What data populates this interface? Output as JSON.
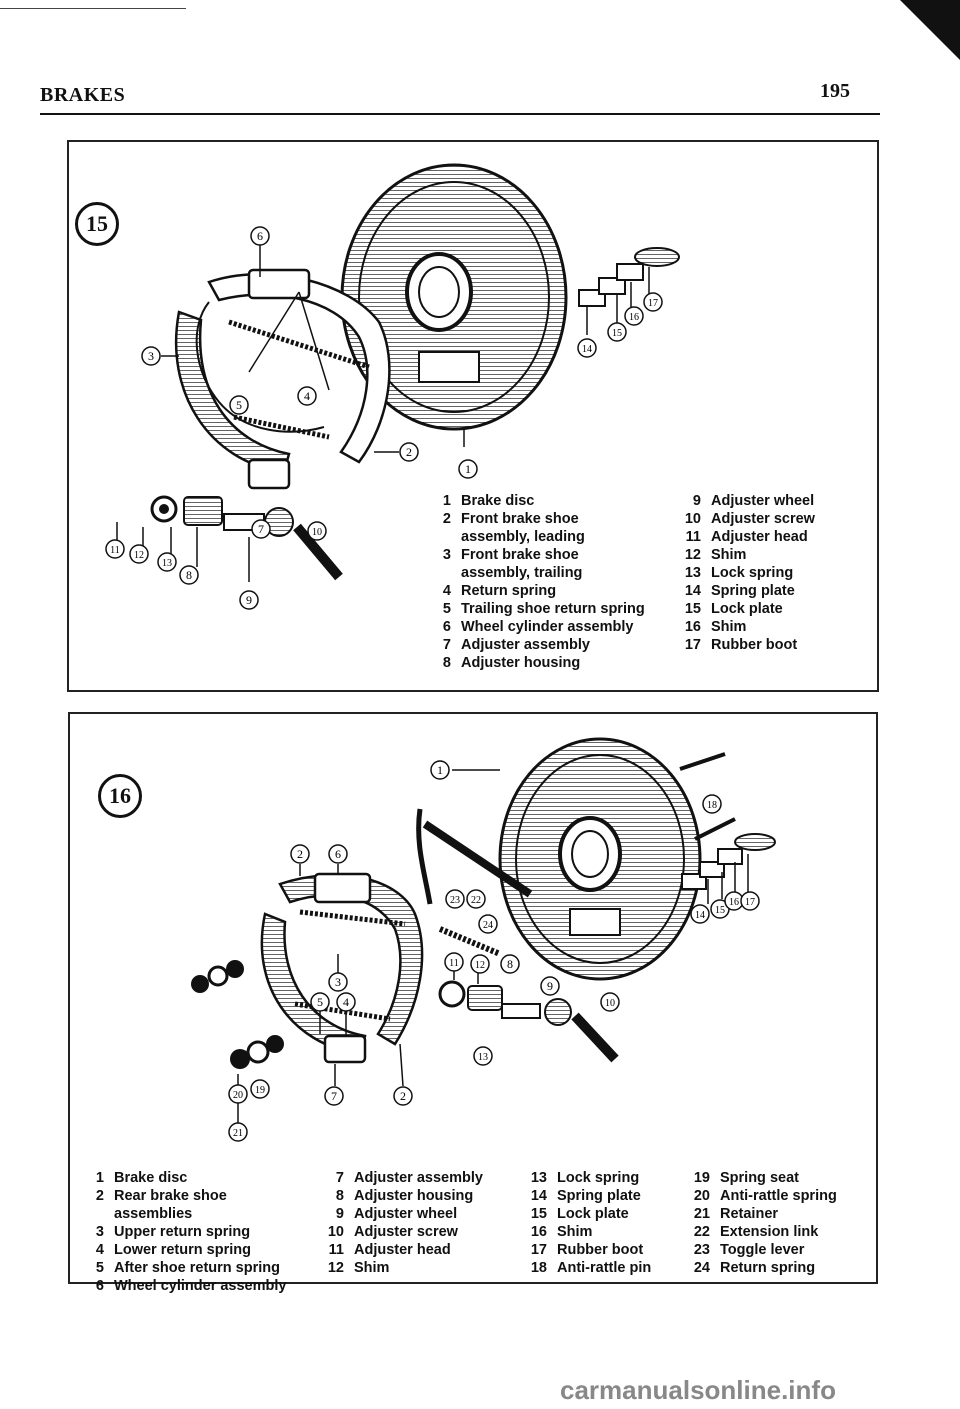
{
  "header": {
    "section": "BRAKES",
    "page_number": "195"
  },
  "figure_15": {
    "number": "15",
    "legend_col1": [
      {
        "n": "1",
        "text": "Brake disc"
      },
      {
        "n": "2",
        "text": "Front brake shoe",
        "cont": "assembly, leading"
      },
      {
        "n": "3",
        "text": "Front brake shoe",
        "cont": "assembly, trailing"
      },
      {
        "n": "4",
        "text": "Return spring"
      },
      {
        "n": "5",
        "text": "Trailing shoe return spring"
      },
      {
        "n": "6",
        "text": "Wheel cylinder assembly"
      },
      {
        "n": "7",
        "text": "Adjuster assembly"
      },
      {
        "n": "8",
        "text": "Adjuster housing"
      }
    ],
    "legend_col2": [
      {
        "n": "9",
        "text": "Adjuster wheel"
      },
      {
        "n": "10",
        "text": "Adjuster screw"
      },
      {
        "n": "11",
        "text": "Adjuster head"
      },
      {
        "n": "12",
        "text": "Shim"
      },
      {
        "n": "13",
        "text": "Lock spring"
      },
      {
        "n": "14",
        "text": "Spring plate"
      },
      {
        "n": "15",
        "text": "Lock plate"
      },
      {
        "n": "16",
        "text": "Shim"
      },
      {
        "n": "17",
        "text": "Rubber boot"
      }
    ],
    "callouts": [
      "1",
      "2",
      "3",
      "4",
      "5",
      "6",
      "7",
      "8",
      "9",
      "10",
      "11",
      "12",
      "13",
      "14",
      "15",
      "16",
      "17"
    ]
  },
  "figure_16": {
    "number": "16",
    "legend_col1": [
      {
        "n": "1",
        "text": "Brake disc"
      },
      {
        "n": "2",
        "text": "Rear brake shoe",
        "cont": "assemblies"
      },
      {
        "n": "3",
        "text": "Upper return spring"
      },
      {
        "n": "4",
        "text": "Lower return spring"
      },
      {
        "n": "5",
        "text": "After shoe return spring"
      },
      {
        "n": "6",
        "text": "Wheel cylinder assembly"
      }
    ],
    "legend_col2": [
      {
        "n": "7",
        "text": "Adjuster assembly"
      },
      {
        "n": "8",
        "text": "Adjuster housing"
      },
      {
        "n": "9",
        "text": "Adjuster wheel"
      },
      {
        "n": "10",
        "text": "Adjuster screw"
      },
      {
        "n": "11",
        "text": "Adjuster head"
      },
      {
        "n": "12",
        "text": "Shim"
      }
    ],
    "legend_col3": [
      {
        "n": "13",
        "text": "Lock spring"
      },
      {
        "n": "14",
        "text": "Spring plate"
      },
      {
        "n": "15",
        "text": "Lock plate"
      },
      {
        "n": "16",
        "text": "Shim"
      },
      {
        "n": "17",
        "text": "Rubber boot"
      },
      {
        "n": "18",
        "text": "Anti-rattle pin"
      }
    ],
    "legend_col4": [
      {
        "n": "19",
        "text": "Spring seat"
      },
      {
        "n": "20",
        "text": "Anti-rattle spring"
      },
      {
        "n": "21",
        "text": "Retainer"
      },
      {
        "n": "22",
        "text": "Extension link"
      },
      {
        "n": "23",
        "text": "Toggle lever"
      },
      {
        "n": "24",
        "text": "Return spring"
      }
    ],
    "callouts": [
      "1",
      "2",
      "3",
      "4",
      "5",
      "6",
      "7",
      "8",
      "9",
      "10",
      "11",
      "12",
      "13",
      "14",
      "15",
      "16",
      "17",
      "18",
      "19",
      "20",
      "21",
      "22",
      "23",
      "24"
    ]
  },
  "watermark": "carmanualsonline.info"
}
